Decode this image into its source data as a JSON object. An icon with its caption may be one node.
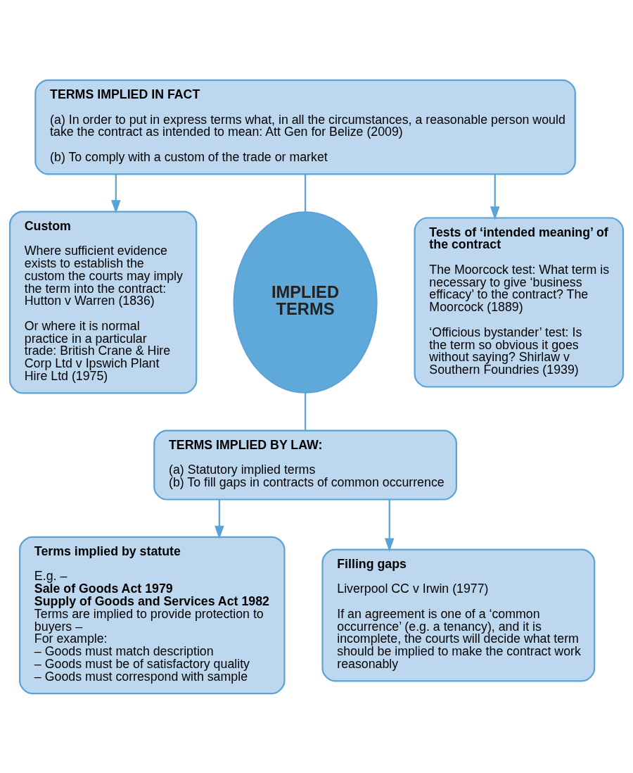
{
  "diagram": {
    "nodes": [
      {
        "text": [
          "TERMS IMPLIED IN FACT",
          "(a) In order to put in express terms what, in all the circumstances, a reasonable person would take the contract as intended to mean: Att Gen for Belize (2009)",
          "(b) To comply with a custom of the trade or market"
        ]
      },
      {
        "text": [
          "Custom",
          "Where sufficient evidence exists to establish the custom the courts may imply the term into the contract: Hutton v Warren (1836)",
          "Or where it is normal practice in a particular trade: British Crane & Hire Corp Ltd v Ipswich Plant Hire Ltd (1975)"
        ]
      },
      {
        "text": [
          "IMPLIED TERMS"
        ]
      },
      {
        "text": [
          "Tests of ‘intended meaning’ of the contract",
          "The Moorcock test: What term is necessary to give ‘business efficacy’ to the contract? The Moorcock (1889)",
          "‘Officious bystander’ test: Is the term so obvious it goes without saying? Shirlaw v Southern Foundries (1939)"
        ]
      },
      {
        "text": [
          "TERMS IMPLIED BY LAW:",
          "(a) Statutory implied terms",
          "(b) To fill gaps in contracts of common occurrence"
        ]
      },
      {
        "text": [
          "Terms implied by statute",
          "E.g. –",
          "Sale of Goods Act 1979",
          "Supply of Goods and Services Act 1982",
          "Terms are implied to provide protection to buyers –",
          "For example:",
          "– Goods must match description",
          "– Goods must be of satisfactory quality",
          "– Goods must correspond with sample"
        ]
      },
      {
        "text": [
          "Filling gaps",
          "Liverpool CC v Irwin (1977)",
          "If an agreement is one of a ‘common occurrence’ (e.g. a tenancy), and it is incomplete, the courts will decide what term should be implied to make the contract work reasonably"
        ]
      }
    ],
    "edges": [
      {
        "from": 0,
        "to": 1,
        "arrow": "to"
      },
      {
        "from": 0,
        "to": 3,
        "arrow": "to"
      },
      {
        "from": 0,
        "to": 2,
        "arrow": "none"
      },
      {
        "from": 2,
        "to": 4,
        "arrow": "none"
      },
      {
        "from": 4,
        "to": 5,
        "arrow": "to"
      },
      {
        "from": 4,
        "to": 6,
        "arrow": "to"
      }
    ]
  }
}
